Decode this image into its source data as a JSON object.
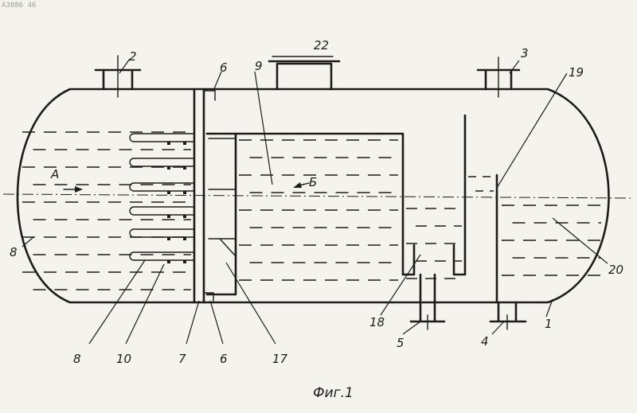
{
  "watermark": "A3886 46",
  "labels": {
    "n2": "2",
    "n22": "22",
    "n3": "3",
    "n6_top": "6",
    "n9": "9",
    "n19": "19",
    "flow_a": "A",
    "flow_b": "Б",
    "n8_left": "8",
    "n20": "20",
    "n8": "8",
    "n10": "10",
    "n7": "7",
    "n6_bottom": "6",
    "n17": "17",
    "n18": "18",
    "n5": "5",
    "n4": "4",
    "n1": "1"
  },
  "caption": "Фиг.1"
}
